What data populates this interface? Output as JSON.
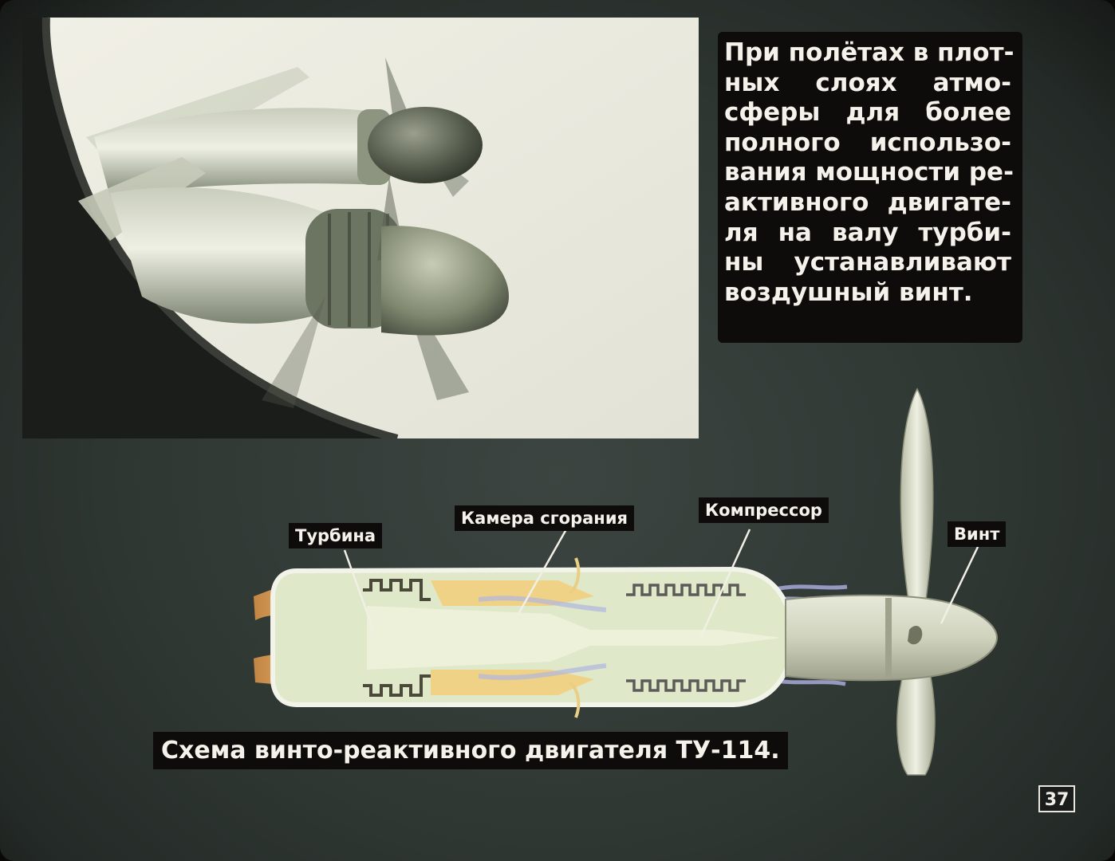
{
  "description": {
    "lines": [
      "При полётах в плот-",
      "ных слоях атмо-",
      "сферы для более",
      "полного использо-",
      "вания мощности ре-",
      "активного двигате-",
      "ля на валу турби-",
      "ны устанавливают",
      "воздушный винт."
    ]
  },
  "labels": {
    "turbine": "Турбина",
    "combustion_chamber": "Камера сгорания",
    "compressor": "Компрессор",
    "propeller": "Винт"
  },
  "caption": "Схема винто-реактивного двигателя ТУ-114.",
  "page_number": "37",
  "colors": {
    "background": "#2f3733",
    "label_background": "#0d0c0b",
    "text": "#f4f2ea",
    "engine_body": "#dfe8c8",
    "flame": "#e9a25a",
    "airflow": "#a7a9d8"
  }
}
